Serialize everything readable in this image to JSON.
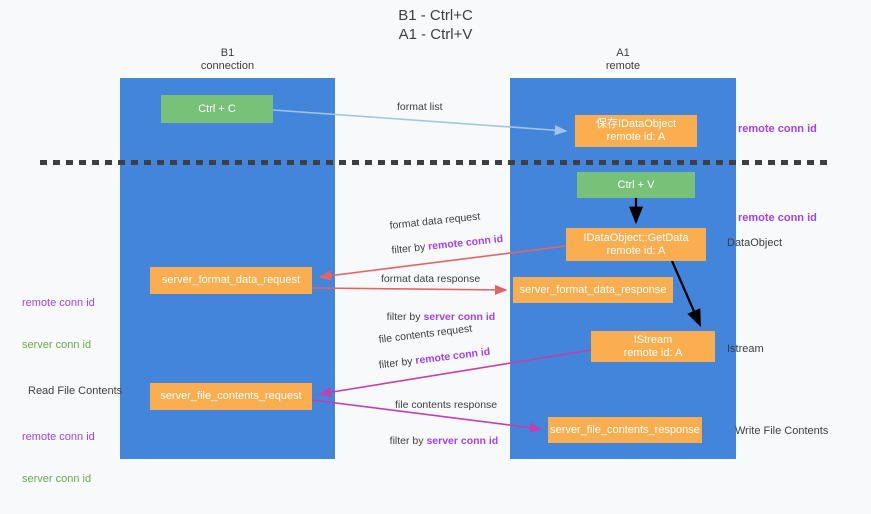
{
  "title": "B1 - Ctrl+C\nA1 - Ctrl+V",
  "columns": {
    "left": {
      "name": "B1",
      "role": "connection",
      "header": "B1\nconnection"
    },
    "right": {
      "name": "A1",
      "role": "remote",
      "header": "A1\nremote"
    }
  },
  "colors": {
    "lane": "#4285da",
    "green_node": "#77c278",
    "orange_node": "#fbae4f",
    "remote_conn_id": "#a142f4",
    "server_conn_id": "#6aa84f",
    "arrow_light_blue": "#9fc5e8",
    "arrow_red": "#e06666",
    "arrow_magenta": "#c23faf",
    "arrow_black": "#000000",
    "divider": "#3c4043",
    "background": "#f8f9fa"
  },
  "nodes": {
    "ctrl_c": "Ctrl + C",
    "idataobject": "保存IDataObject\nremote id: A",
    "ctrl_v": "Ctrl + V",
    "getdata": "IDataObject::GetData\nremote id: A",
    "server_format_data_request": "server_format_data_request",
    "server_format_data_response": "server_format_data_response",
    "istream": "IStream\nremote id: A",
    "server_file_contents_request": "server_file_contents_request",
    "server_file_contents_response": "server_file_contents_response"
  },
  "annotations": {
    "remote_conn_id_top": "remote conn id",
    "remote_conn_id_mid": "remote conn id",
    "dataobject": "DataObject",
    "istream": "Istream",
    "write_file_contents": "Write File Contents",
    "read_file_contents": "Read File Contents",
    "left_mid": {
      "remote": "remote conn id",
      "server": "server conn id"
    },
    "left_bottom": {
      "remote": "remote conn id",
      "server": "server conn id"
    }
  },
  "edge_labels": {
    "format_list": "format list",
    "format_data_request": "format data request",
    "format_data_request_filter_prefix": "filter by ",
    "format_data_request_filter_value": "remote conn id",
    "format_data_response": "format data response",
    "format_data_response_filter_prefix": "filter by ",
    "format_data_response_filter_value": "server conn id",
    "file_contents_request": "file contents request",
    "file_contents_request_filter_prefix": "filter by ",
    "file_contents_request_filter_value": "remote conn id",
    "file_contents_response": "file contents response",
    "file_contents_response_filter_prefix": "filter by ",
    "file_contents_response_filter_value": "server conn id"
  }
}
